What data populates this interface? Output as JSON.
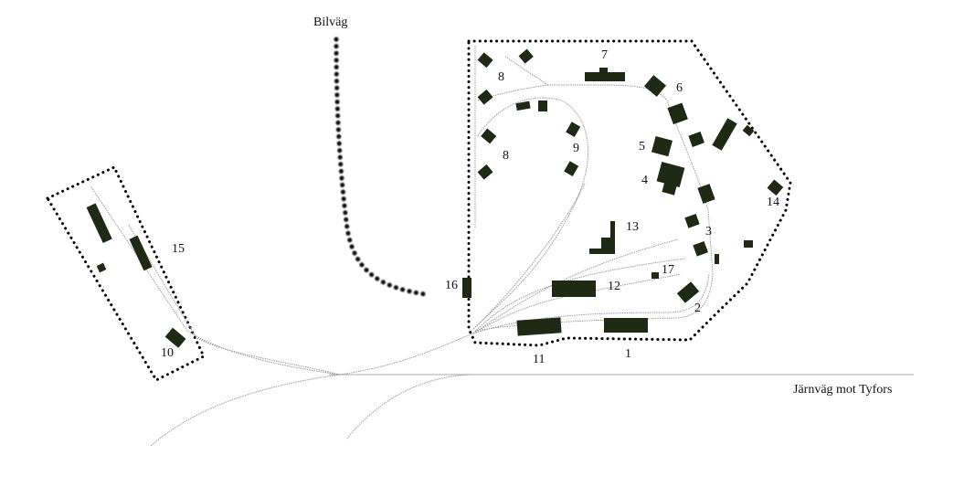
{
  "labels": {
    "road": "Bilväg",
    "railway": "Järnväg mot Tyfors",
    "b1": "1",
    "b2": "2",
    "b3": "3",
    "b4": "4",
    "b5": "5",
    "b6": "6",
    "b7": "7",
    "b8a": "8",
    "b8b": "8",
    "b9": "9",
    "b10": "10",
    "b11": "11",
    "b12": "12",
    "b13": "13",
    "b14": "14",
    "b15": "15",
    "b16": "16",
    "b17": "17"
  },
  "colors": {
    "building": "#1e2a14",
    "track": "#9a9a9a",
    "boundary": "#000000",
    "road": "#111111"
  }
}
